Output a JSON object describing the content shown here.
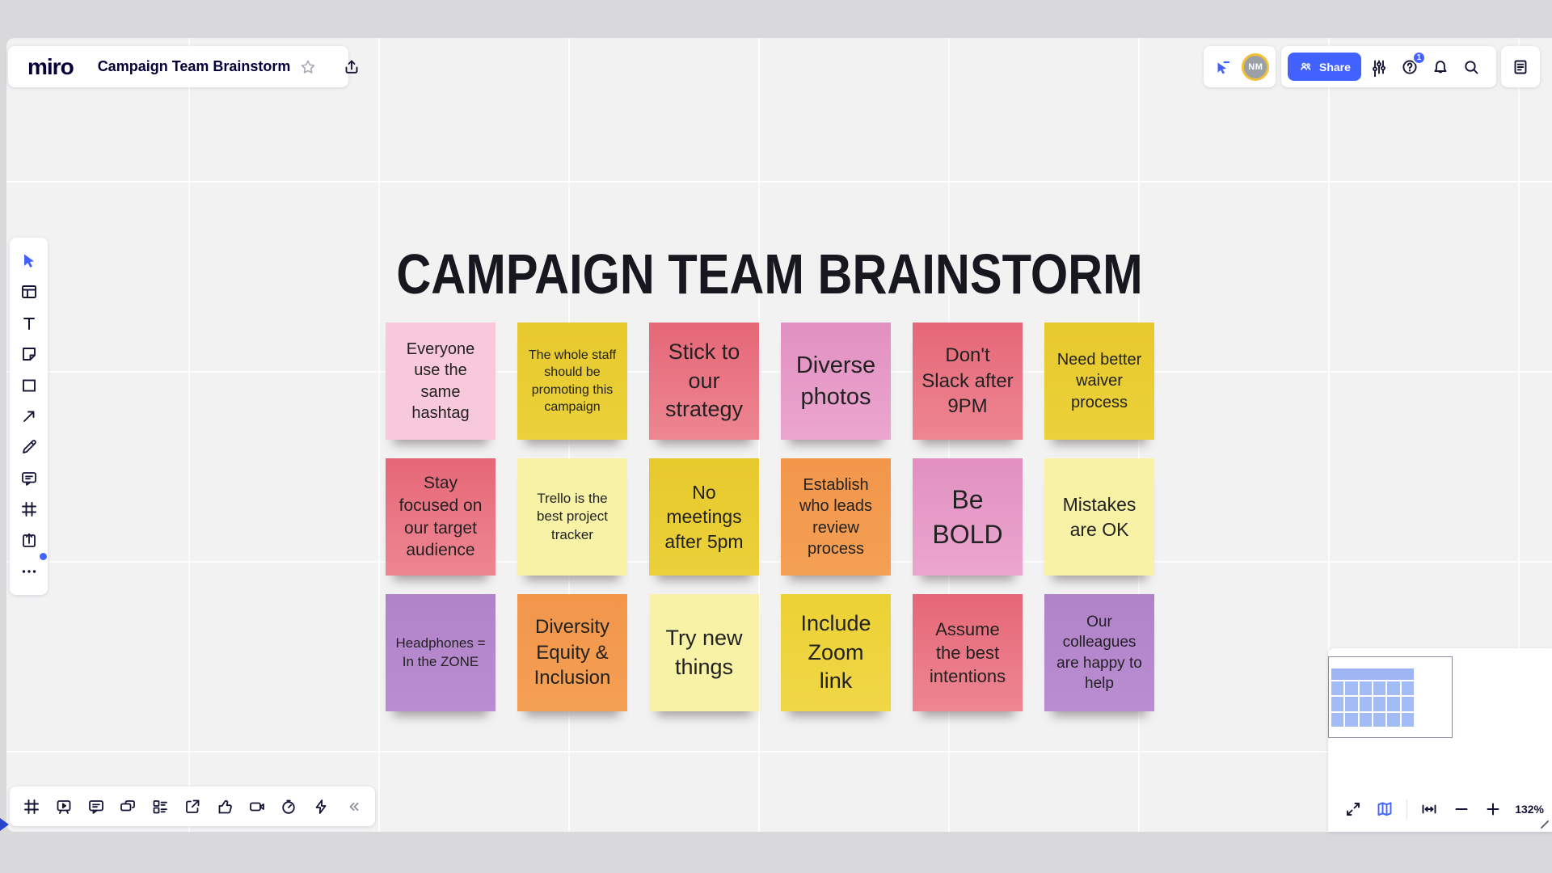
{
  "topbar": {
    "logo": "miro",
    "board_title": "Campaign Team Brainstorm",
    "share_label": "Share",
    "help_badge": "1",
    "avatar_initials": "NM",
    "icons": [
      "export-icon",
      "follow-cursor-icon",
      "settings-sliders-icon",
      "help-icon",
      "notifications-bell-icon",
      "search-icon",
      "notes-icon"
    ],
    "accent_color": "#4262FF",
    "avatar_ring_color": "#F2C037"
  },
  "left_toolbar": {
    "icons": [
      "select-cursor",
      "templates",
      "text",
      "sticky-note",
      "shape",
      "arrow",
      "pen",
      "comment",
      "frame",
      "upload",
      "more"
    ]
  },
  "bottom_toolbar": {
    "icons": [
      "frames",
      "presentation",
      "comments",
      "chat",
      "cards",
      "open-share",
      "reactions",
      "video-call",
      "timer",
      "energy",
      "collapse"
    ]
  },
  "canvas": {
    "title": "CAMPAIGN TEAM BRAINSTORM",
    "notes": [
      {
        "text": "Everyone use the same hashtag",
        "color": "#F8C8DB"
      },
      {
        "text": "The whole staff should be promoting this campaign",
        "color": "#E8CB30"
      },
      {
        "text": "Stick to our strategy",
        "color": "#E9707F"
      },
      {
        "text": "Diverse photos",
        "color": "#E595C4"
      },
      {
        "text": "Don't Slack after 9PM",
        "color": "#E9707F"
      },
      {
        "text": "Need better waiver process",
        "color": "#E8CB30"
      },
      {
        "text": "Stay focused on our target audience",
        "color": "#E9707F"
      },
      {
        "text": "Trello is the best project tracker",
        "color": "#F8F2A6"
      },
      {
        "text": "No meetings after 5pm",
        "color": "#E8CB30"
      },
      {
        "text": "Establish who leads review process",
        "color": "#F2994D"
      },
      {
        "text": "Be BOLD",
        "color": "#E996C6"
      },
      {
        "text": "Mistakes are OK",
        "color": "#F8F2A6"
      },
      {
        "text": "Headphones = In the ZONE",
        "color": "#B387CC"
      },
      {
        "text": "Diversity Equity & Inclusion",
        "color": "#F2994D"
      },
      {
        "text": "Try new things",
        "color": "#F8F2A6"
      },
      {
        "text": "Include Zoom link",
        "color": "#EED33D"
      },
      {
        "text": "Assume the best intentions",
        "color": "#E9707F"
      },
      {
        "text": "Our colleagues are happy to help",
        "color": "#B387CC"
      }
    ]
  },
  "zoombar": {
    "zoom_level": "132%",
    "icons": [
      "expand",
      "minimap",
      "fit-width",
      "zoom-out",
      "zoom-in"
    ]
  }
}
